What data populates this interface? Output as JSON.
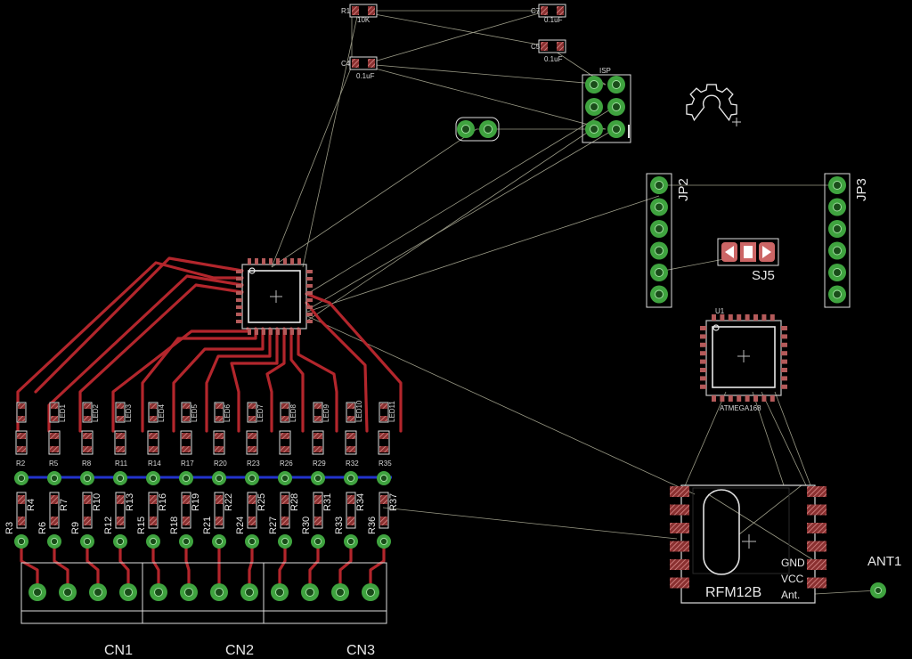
{
  "board": {
    "colors": {
      "background": "#000000",
      "trace": "#b3262c",
      "pad": "#b45a5a",
      "via": "#3fa33f",
      "airwire": "#9a9a86",
      "silkscreen": "#e0e0e0",
      "bus": "#2233cc"
    }
  },
  "parts": {
    "r1": {
      "name": "R1",
      "value": "10K"
    },
    "c4": {
      "name": "C4",
      "value": "0.1uF"
    },
    "c7": {
      "name": "C7",
      "value": "0.1uF"
    },
    "c5": {
      "name": "C5",
      "value": "0.1uF"
    },
    "isp": {
      "name": "ISP"
    },
    "jp2": {
      "name": "JP2"
    },
    "jp3": {
      "name": "JP3"
    },
    "sj5": {
      "name": "SJ5"
    },
    "u1": {
      "name": "U1",
      "value": "ATMEGA168"
    },
    "rfm": {
      "name": "RFM12B",
      "pins": [
        "GND",
        "VCC",
        "Ant."
      ]
    },
    "ant1": {
      "name": "ANT1"
    },
    "connectors": [
      "CN1",
      "CN2",
      "CN3"
    ]
  },
  "leds": [
    "LED1",
    "LED2",
    "LED3",
    "LED4",
    "LED5",
    "LED6",
    "LED7",
    "LED8",
    "LED9",
    "LED10",
    "LED11"
  ],
  "top_resistors": [
    "R2",
    "R5",
    "R8",
    "R11",
    "R14",
    "R17",
    "R20",
    "R23",
    "R26",
    "R29",
    "R32",
    "R35"
  ],
  "side_resistors_a": [
    "R4",
    "R7",
    "R10",
    "R13",
    "R16",
    "R19",
    "R22",
    "R25",
    "R28",
    "R31",
    "R34",
    "R37"
  ],
  "side_resistors_b": [
    "R3",
    "R6",
    "R9",
    "R12",
    "R15",
    "R18",
    "R21",
    "R24",
    "R27",
    "R30",
    "R33",
    "R36"
  ]
}
